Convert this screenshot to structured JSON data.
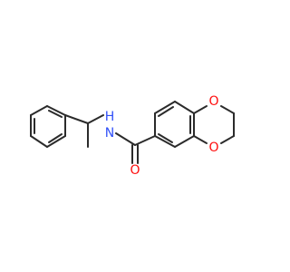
{
  "molecule": {
    "atoms": {
      "nitrogen": {
        "symbol": "N",
        "color": "#3050F8"
      },
      "hydrogen": {
        "symbol": "H",
        "color": "#3050F8"
      },
      "carbonyl_oxygen": {
        "symbol": "O",
        "color": "#FF0D0D"
      },
      "ring_oxygen_top": {
        "symbol": "O",
        "color": "#FF0D0D"
      },
      "ring_oxygen_bottom": {
        "symbol": "O",
        "color": "#FF0D0D"
      }
    },
    "bond_color": "#2b2b2b"
  }
}
